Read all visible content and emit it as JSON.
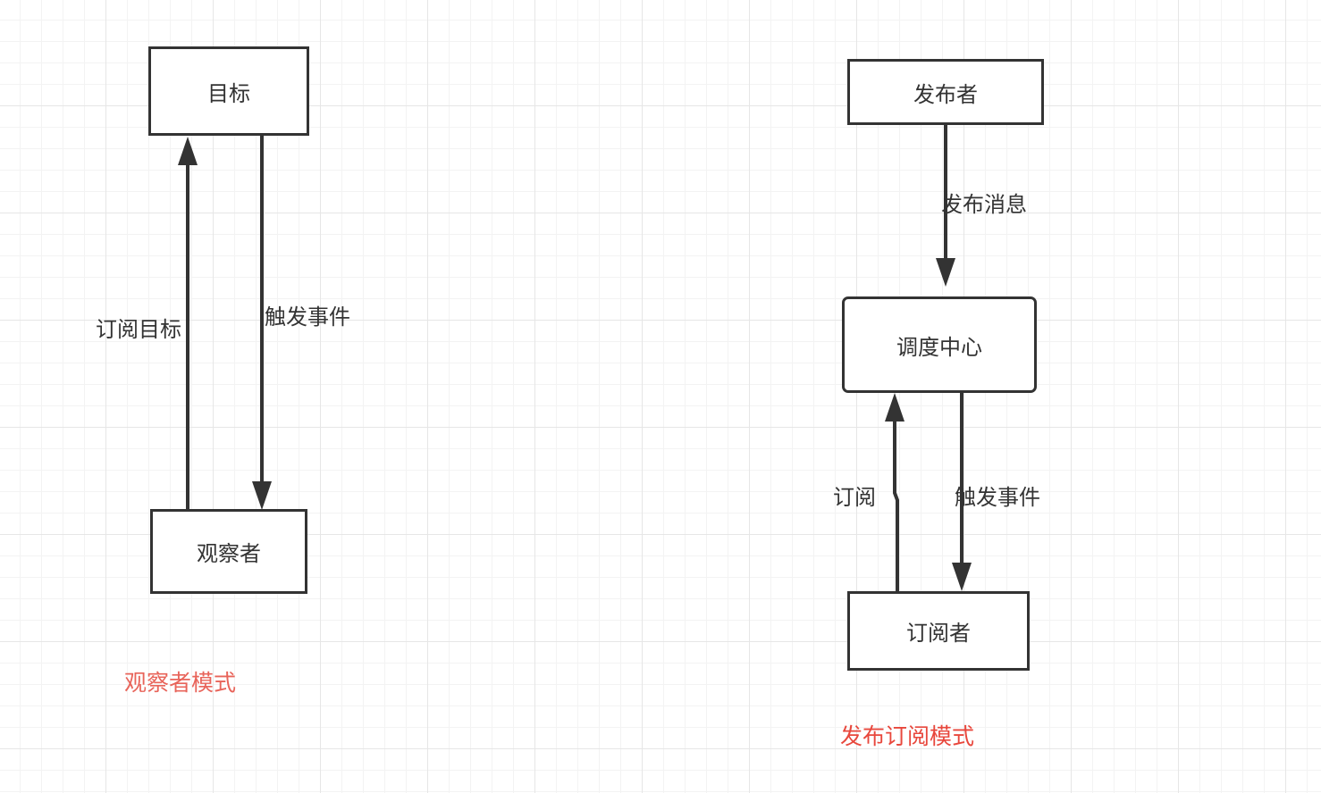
{
  "colors": {
    "stroke": "#333333",
    "text": "#333333",
    "observer_caption": "#e8645a",
    "pubsub_caption": "#e8473c",
    "grid_major": "#e6e6e6",
    "grid_minor": "#f3f3f3"
  },
  "observer_pattern": {
    "target_node": "目标",
    "observer_node": "观察者",
    "subscribe_label": "订阅目标",
    "trigger_label": "触发事件",
    "caption": "观察者模式"
  },
  "pubsub_pattern": {
    "publisher_node": "发布者",
    "dispatch_node": "调度中心",
    "subscriber_node": "订阅者",
    "publish_label": "发布消息",
    "subscribe_label": "订阅",
    "trigger_label": "触发事件",
    "caption": "发布订阅模式"
  }
}
